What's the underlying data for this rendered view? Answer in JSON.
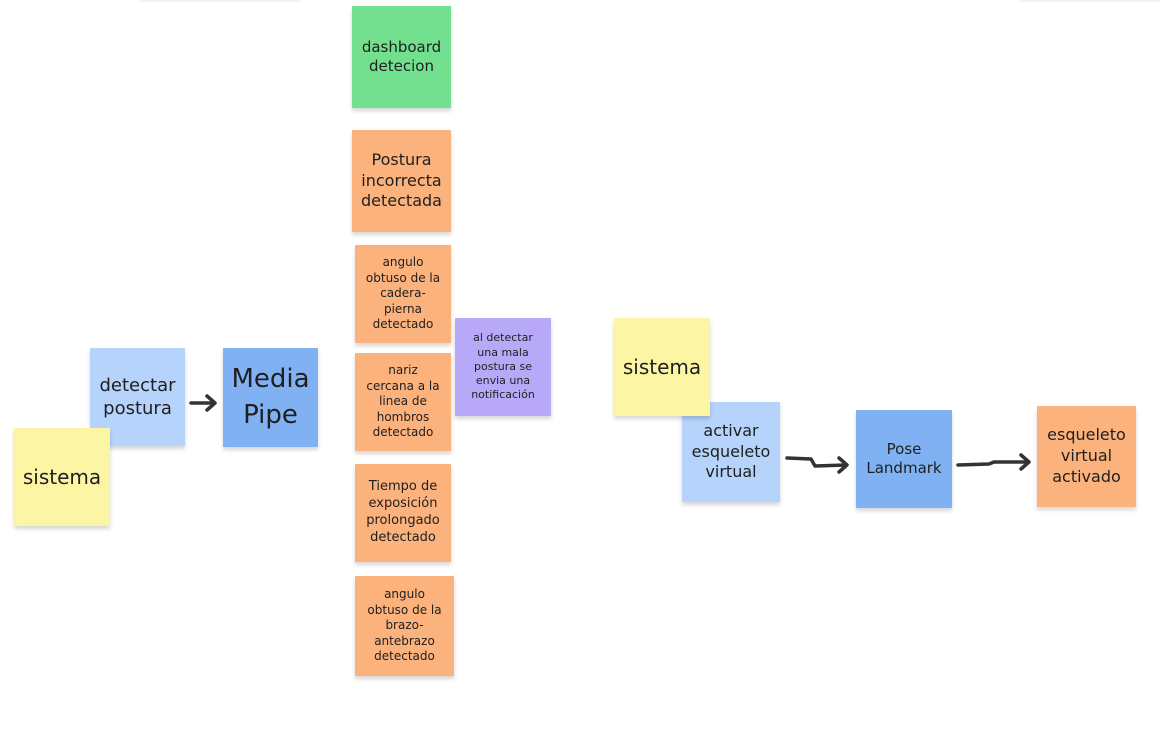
{
  "notes": {
    "sistema_left": "sistema",
    "detectar_postura": "detectar postura",
    "media_pipe": "Media Pipe",
    "dashboard": "dashboard detecion",
    "postura_incorrecta": "Postura incorrecta detectada",
    "angulo_cadera": "angulo obtuso de la cadera-pierna detectado",
    "nariz_cercana": "nariz cercana a la linea de hombros detectado",
    "tiempo_exposicion": "Tiempo de exposición prolongado detectado",
    "angulo_brazo": "angulo obtuso de la brazo-antebrazo detectado",
    "notificacion": "al detectar una mala postura se envia una notificación",
    "sistema_right": "sistema",
    "activar_esqueleto": "activar esqueleto virtual",
    "pose_landmark": "Pose Landmark",
    "esqueleto_activado": "esqueleto virtual activado"
  },
  "colors": {
    "yellow": "#fcf5a4",
    "light_blue": "#b6d3fb",
    "blue": "#80b1f3",
    "green": "#72e08f",
    "orange": "#fbb27c",
    "purple": "#b7a9f8",
    "arrow": "#333333"
  }
}
